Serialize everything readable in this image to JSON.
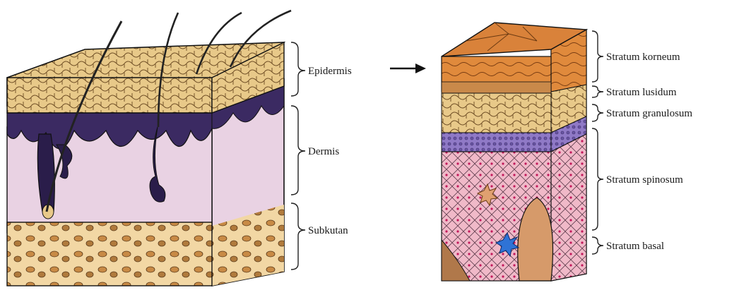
{
  "skin_labels": {
    "epidermis": "Epidermis",
    "dermis": "Dermis",
    "subkutan": "Subkutan"
  },
  "epidermis_layers": {
    "korneum": "Stratum korneum",
    "lusidum": "Stratum lusidum",
    "granulosum": "Stratum granulosum",
    "spinosum": "Stratum spinosum",
    "basal": "Stratum basal"
  },
  "colors": {
    "epidermis": "#e8c989",
    "basal_purple": "#3b2a62",
    "dermis": "#e9d2e3",
    "subkutan": "#f2d7a4",
    "fat": "#b07a3c",
    "korneum": "#e08a3c",
    "granulosum": "#f0c27a",
    "purple_band": "#8f79c6",
    "spinosum": "#f0b9c8"
  }
}
